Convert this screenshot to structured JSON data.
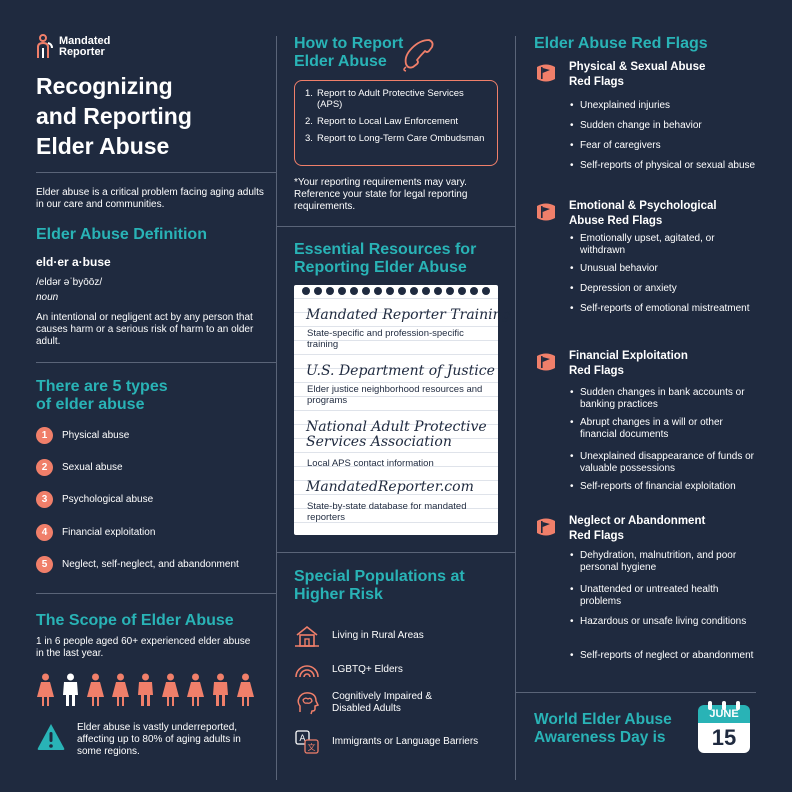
{
  "brand": {
    "name_line1": "Mandated",
    "name_line2": "Reporter"
  },
  "main_title": {
    "line1": "Recognizing",
    "line2": "and Reporting",
    "line3": "Elder Abuse"
  },
  "intro": "Elder abuse is a critical problem facing aging adults in our care and communities.",
  "definition": {
    "heading": "Elder Abuse Definition",
    "term": "eld·er a·buse",
    "pronunciation": "/eldər əˈbyōōz/",
    "pos": "noun",
    "text": "An intentional or negligent act by any person that causes harm or a serious risk of harm to an older adult."
  },
  "types": {
    "heading_line1": "There are 5 types",
    "heading_line2": "of elder abuse",
    "items": [
      {
        "num": "1",
        "label": "Physical abuse"
      },
      {
        "num": "2",
        "label": "Sexual abuse"
      },
      {
        "num": "3",
        "label": "Psychological abuse"
      },
      {
        "num": "4",
        "label": "Financial exploitation"
      },
      {
        "num": "5",
        "label": "Neglect, self-neglect, and abandonment"
      }
    ]
  },
  "scope": {
    "heading": "The Scope of Elder Abuse",
    "stat": "1 in 6 people aged 60+ experienced elder abuse in the last year.",
    "warning": "Elder abuse is vastly underreported, affecting up to 80% of aging adults in some regions."
  },
  "how_to_report": {
    "heading_line1": "How to Report",
    "heading_line2": "Elder Abuse",
    "steps": [
      {
        "num": "1.",
        "label": "Report to Adult Protective Services (APS)"
      },
      {
        "num": "2.",
        "label": "Report to Local Law Enforcement"
      },
      {
        "num": "3.",
        "label": "Report to Long-Term Care Ombudsman"
      }
    ],
    "note": "*Your reporting requirements may vary. Reference your state for legal reporting requirements."
  },
  "resources": {
    "heading_line1": "Essential Resources for",
    "heading_line2": "Reporting Elder Abuse",
    "items": [
      {
        "title": "Mandated Reporter Training",
        "desc": "State-specific and profession-specific training"
      },
      {
        "title": "U.S. Department of Justice",
        "desc": "Elder justice neighborhood resources and programs"
      },
      {
        "title_line1": "National Adult Protective",
        "title_line2": "Services Association",
        "desc": "Local APS contact information"
      },
      {
        "title": "MandatedReporter.com",
        "desc": "State-by-state database for mandated reporters"
      }
    ]
  },
  "populations": {
    "heading_line1": "Special Populations at",
    "heading_line2": "Higher Risk",
    "items": [
      {
        "icon": "rural-house-icon",
        "label": "Living in Rural Areas"
      },
      {
        "icon": "rainbow-icon",
        "label": "LGBTQ+ Elders"
      },
      {
        "icon": "brain-head-icon",
        "label_line1": "Cognitively Impaired &",
        "label_line2": "Disabled  Adults"
      },
      {
        "icon": "translate-icon",
        "label": "Immigrants or Language Barriers"
      }
    ]
  },
  "red_flags": {
    "heading": "Elder Abuse Red Flags",
    "groups": [
      {
        "title_line1": "Physical & Sexual Abuse",
        "title_line2": "Red Flags",
        "items": [
          "Unexplained injuries",
          "Sudden change in behavior",
          "Fear of caregivers",
          "Self-reports of physical or sexual abuse"
        ]
      },
      {
        "title_line1": "Emotional & Psychological",
        "title_line2": "Abuse Red Flags",
        "items": [
          "Emotionally upset, agitated, or withdrawn",
          "Unusual behavior",
          "Depression or anxiety",
          "Self-reports of emotional mistreatment"
        ]
      },
      {
        "title_line1": "Financial Exploitation",
        "title_line2": "Red Flags",
        "items": [
          "Sudden changes in bank accounts or banking practices",
          "Abrupt changes in a will or other financial documents",
          "Unexplained disappearance of funds or valuable possessions",
          "Self-reports of financial exploitation"
        ]
      },
      {
        "title_line1": "Neglect or Abandonment",
        "title_line2": "Red Flags",
        "items": [
          "Dehydration, malnutrition, and poor personal hygiene",
          "Unattended or untreated health problems",
          "Hazardous or unsafe living conditions",
          "Self-reports of neglect or abandonment"
        ]
      }
    ]
  },
  "awareness": {
    "line1": "World Elder Abuse",
    "line2": "Awareness Day is",
    "month": "JUNE",
    "day": "15"
  },
  "colors": {
    "background": "#1f2a3f",
    "teal": "#29b3b6",
    "coral": "#f07f6a",
    "white": "#ffffff"
  }
}
